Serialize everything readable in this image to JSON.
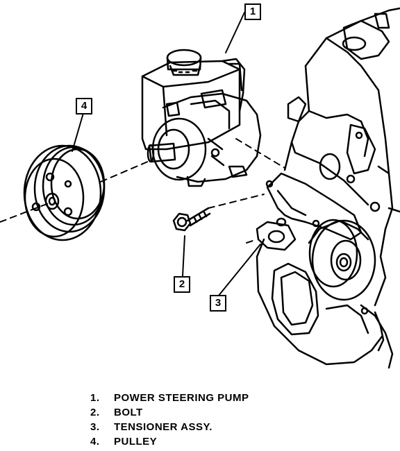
{
  "callouts": {
    "pump": "1",
    "bolt": "2",
    "tensioner": "3",
    "pulley": "4"
  },
  "legend": [
    {
      "num": "1.",
      "label": "POWER STEERING PUMP"
    },
    {
      "num": "2.",
      "label": "BOLT"
    },
    {
      "num": "3.",
      "label": "TENSIONER ASSY."
    },
    {
      "num": "4.",
      "label": "PULLEY"
    }
  ]
}
